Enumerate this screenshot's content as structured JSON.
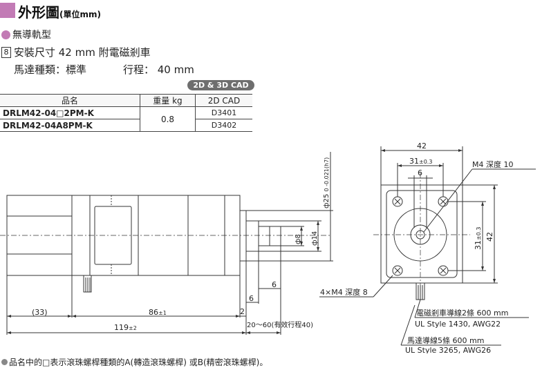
{
  "header": {
    "title": "外形圖",
    "unit": "(單位mm)"
  },
  "section": {
    "subtitle": "無導軌型",
    "number": "8",
    "spec_line1": "安裝尺寸 42 mm  附電磁剎車",
    "spec_motor": "馬達種類：標準",
    "spec_stroke": "行程： 40 mm",
    "cad_badge": "2D & 3D CAD"
  },
  "table": {
    "headers": [
      "品名",
      "重量 kg",
      "2D CAD"
    ],
    "rows": [
      {
        "name": "DRLM42-04□2PM-K",
        "weight": "0.8",
        "cad": "D3401"
      },
      {
        "name": "DRLM42-04A8PM-K",
        "cad": "D3402"
      }
    ]
  },
  "drawing": {
    "dim_33": "(33)",
    "dim_86": "86",
    "dim_86_tol": "±1",
    "dim_119": "119",
    "dim_119_tol": "±2",
    "dim_2": "2",
    "dim_6a": "6",
    "dim_6b": "6",
    "dim_stroke": "20～60(有效行程40)",
    "dim_phi8": "ф8",
    "dim_phi14": "ф14",
    "dim_phi25": "ф25",
    "dim_phi25_tol": "0 -0.021(h7)",
    "front_42_top": "42",
    "front_31_top": "31",
    "front_31_top_tol": "±0.3",
    "front_6": "6",
    "front_31_side": "31",
    "front_31_side_tol": "±0.3",
    "front_42_side": "42",
    "m4_depth10": "M4 深度 10",
    "m4x4_depth8": "4×M4 深度 8",
    "brake_lead": "電磁剎車導線2條 600 mm",
    "brake_lead_spec": "UL Style 1430, AWG22",
    "motor_lead": "馬達導線5條 600 mm",
    "motor_lead_spec": "UL Style 3265, AWG26"
  },
  "footnote": {
    "text": "品名中的□表示滾珠螺桿種類的A(轉造滾珠螺桿) 或B(精密滾珠螺桿)。"
  }
}
